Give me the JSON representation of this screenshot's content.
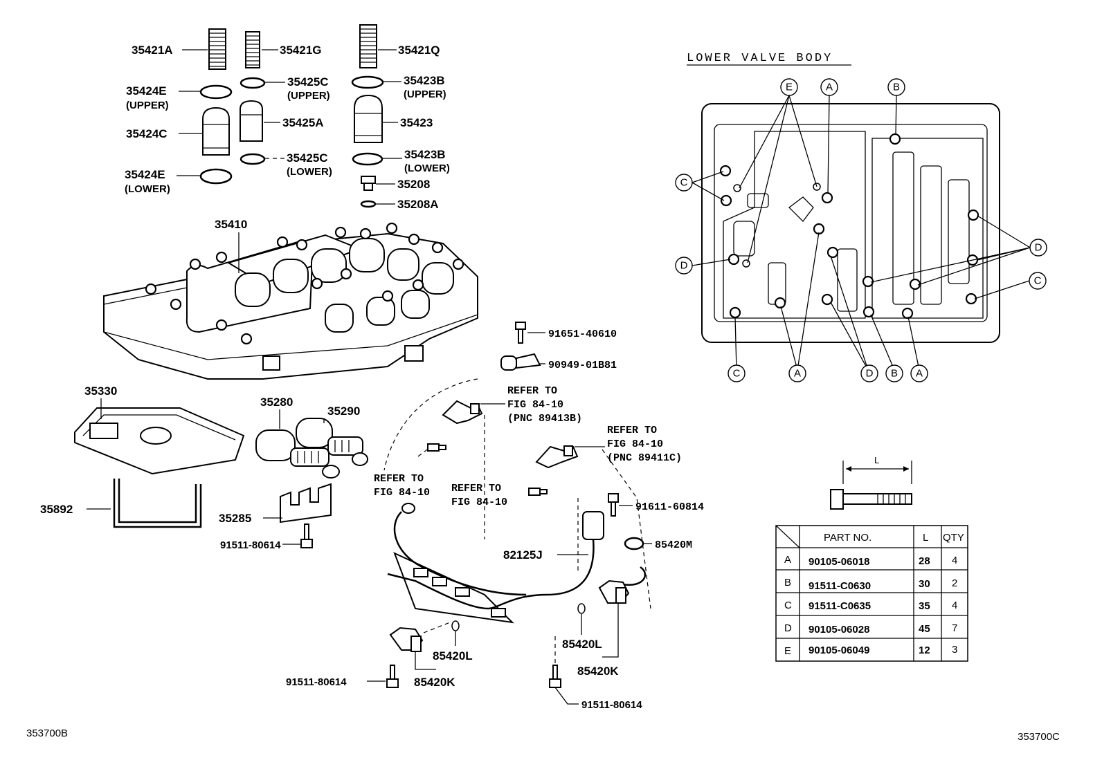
{
  "labels": {
    "p35421A": "35421A",
    "p35421G": "35421G",
    "p35421Q": "35421Q",
    "p35424E_u": "35424E",
    "upper1": "(UPPER)",
    "p35425C_u": "35425C",
    "upper2": "(UPPER)",
    "p35423B_u": "35423B",
    "upper3": "(UPPER)",
    "p35424C": "35424C",
    "p35425A": "35425A",
    "p35423": "35423",
    "p35424E_l": "35424E",
    "lower1": "(LOWER)",
    "p35425C_l": "35425C",
    "lower2": "(LOWER)",
    "p35423B_l": "35423B",
    "lower3": "(LOWER)",
    "p35208": "35208",
    "p35208A": "35208A",
    "p35410": "35410",
    "p35330": "35330",
    "p35280": "35280",
    "p35290": "35290",
    "p35892": "35892",
    "p35285": "35285",
    "p91511_a": "91511-80614",
    "p91651": "91651-40610",
    "p90949": "90949-01B81",
    "refer1_a": "REFER TO",
    "refer1_b": "FIG 84-10",
    "refer1_c": "(PNC 89413B)",
    "refer2_a": "REFER TO",
    "refer2_b": "FIG 84-10",
    "refer2_c": "(PNC 89411C)",
    "refer3_a": "REFER TO",
    "refer3_b": "FIG 84-10",
    "refer4_a": "REFER TO",
    "refer4_b": "FIG 84-10",
    "p91611": "91611-60814",
    "p85420M": "85420M",
    "p82125J": "82125J",
    "p85420L_a": "85420L",
    "p85420K_a": "85420K",
    "p91511_b": "91511-80614",
    "p85420L_b": "85420L",
    "p85420K_b": "85420K",
    "p91511_c": "91511-80614",
    "code_left": "353700B",
    "code_right": "353700C",
    "lower_valve_body": "LOWER VALVE BODY",
    "dim_L": "L"
  },
  "callouts": {
    "E": "E",
    "A": "A",
    "B": "B",
    "C": "C",
    "D": "D"
  },
  "bolt_table": {
    "headers": [
      "",
      "PART NO.",
      "L",
      "QTY"
    ],
    "rows": [
      {
        "key": "A",
        "part": "90105-06018",
        "L": "28",
        "qty": "4"
      },
      {
        "key": "B",
        "part": "91511-C0630",
        "L": "30",
        "qty": "2"
      },
      {
        "key": "C",
        "part": "91511-C0635",
        "L": "35",
        "qty": "4"
      },
      {
        "key": "D",
        "part": "90105-06028",
        "L": "45",
        "qty": "7"
      },
      {
        "key": "E",
        "part": "90105-06049",
        "L": "12",
        "qty": "3"
      }
    ]
  }
}
